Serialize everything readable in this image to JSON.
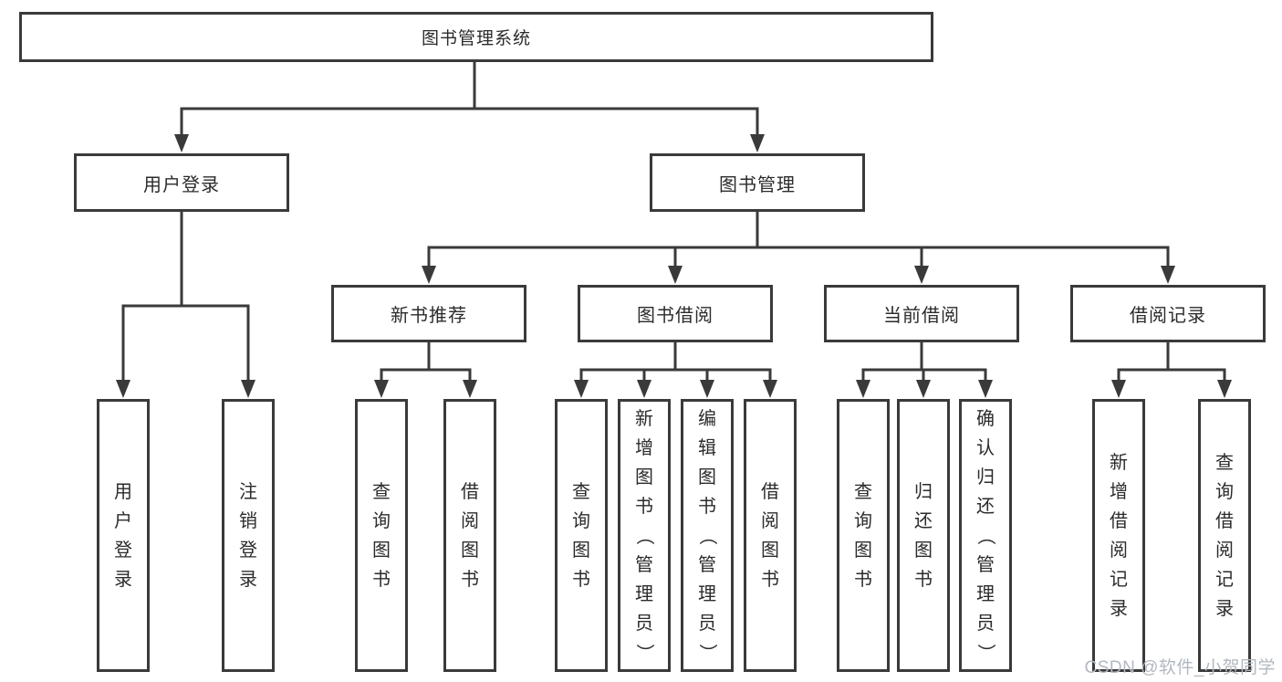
{
  "tree": {
    "label": "图书管理系统",
    "children": [
      {
        "label": "用户登录",
        "children": [
          {
            "label": "用户登录"
          },
          {
            "label": "注销登录"
          }
        ]
      },
      {
        "label": "图书管理",
        "children": [
          {
            "label": "新书推荐",
            "children": [
              {
                "label": "查询图书"
              },
              {
                "label": "借阅图书"
              }
            ]
          },
          {
            "label": "图书借阅",
            "children": [
              {
                "label": "查询图书"
              },
              {
                "label": "新增图书（管理员）"
              },
              {
                "label": "编辑图书（管理员）"
              },
              {
                "label": "借阅图书"
              }
            ]
          },
          {
            "label": "当前借阅",
            "children": [
              {
                "label": "查询图书"
              },
              {
                "label": "归还图书"
              },
              {
                "label": "确认归还（管理员）"
              }
            ]
          },
          {
            "label": "借阅记录",
            "children": [
              {
                "label": "新增借阅记录"
              },
              {
                "label": "查询借阅记录"
              }
            ]
          }
        ]
      }
    ]
  },
  "watermark": "CSDN @软件_小贺同学",
  "colors": {
    "line": "#3a3a3a",
    "box_border": "#3a3a3a",
    "text": "#2b2b2b",
    "watermark_text": "#b2b8c0",
    "background": "#ffffff"
  }
}
